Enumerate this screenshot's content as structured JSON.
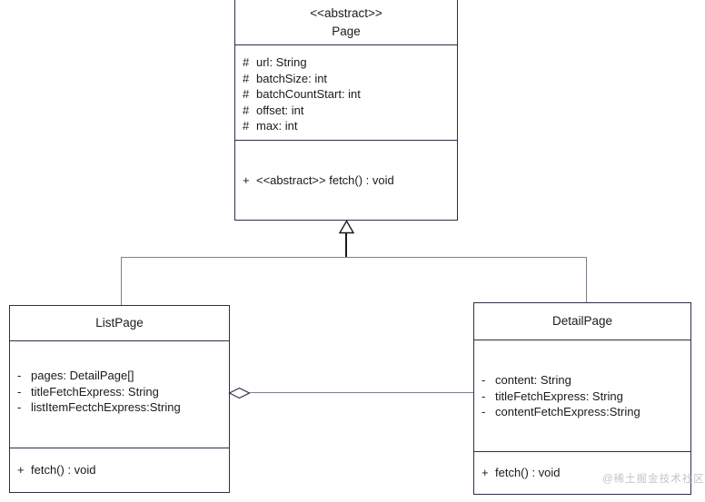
{
  "diagram": {
    "type": "uml-class-diagram",
    "watermark": "@稀土掘金技术社区",
    "colors": {
      "background": "#ffffff",
      "box_border": "#2e2e46",
      "connector_gray": "#7f7f8c",
      "connector_black": "#1a1a1a",
      "text": "#1a1a1a",
      "watermark": "#c4c4c9"
    }
  },
  "classes": {
    "page": {
      "stereotype": "<<abstract>>",
      "name": "Page",
      "attributes": [
        {
          "visibility": "#",
          "text": "url: String"
        },
        {
          "visibility": "#",
          "text": "batchSize: int"
        },
        {
          "visibility": "#",
          "text": "batchCountStart: int"
        },
        {
          "visibility": "#",
          "text": "offset: int"
        },
        {
          "visibility": "#",
          "text": "max: int"
        }
      ],
      "methods": [
        {
          "visibility": "+",
          "text": "<<abstract>> fetch() : void"
        }
      ]
    },
    "listpage": {
      "name": "ListPage",
      "attributes": [
        {
          "visibility": "-",
          "text": "pages: DetailPage[]"
        },
        {
          "visibility": "-",
          "text": "titleFetchExpress: String"
        },
        {
          "visibility": "-",
          "text": "listItemFectchExpress:String"
        }
      ],
      "methods": [
        {
          "visibility": "+",
          "text": "fetch() : void"
        }
      ]
    },
    "detailpage": {
      "name": "DetailPage",
      "attributes": [
        {
          "visibility": "-",
          "text": "content: String"
        },
        {
          "visibility": "-",
          "text": "titleFetchExpress: String"
        },
        {
          "visibility": "-",
          "text": "contentFetchExpress:String"
        }
      ],
      "methods": [
        {
          "visibility": "+",
          "text": "fetch() : void"
        }
      ]
    }
  },
  "relationships": [
    {
      "type": "inheritance",
      "from": "ListPage",
      "to": "Page",
      "arrow": "hollow-triangle"
    },
    {
      "type": "inheritance",
      "from": "DetailPage",
      "to": "Page",
      "arrow": "hollow-triangle"
    },
    {
      "type": "aggregation",
      "whole": "ListPage",
      "part": "DetailPage",
      "marker": "hollow-diamond"
    }
  ]
}
